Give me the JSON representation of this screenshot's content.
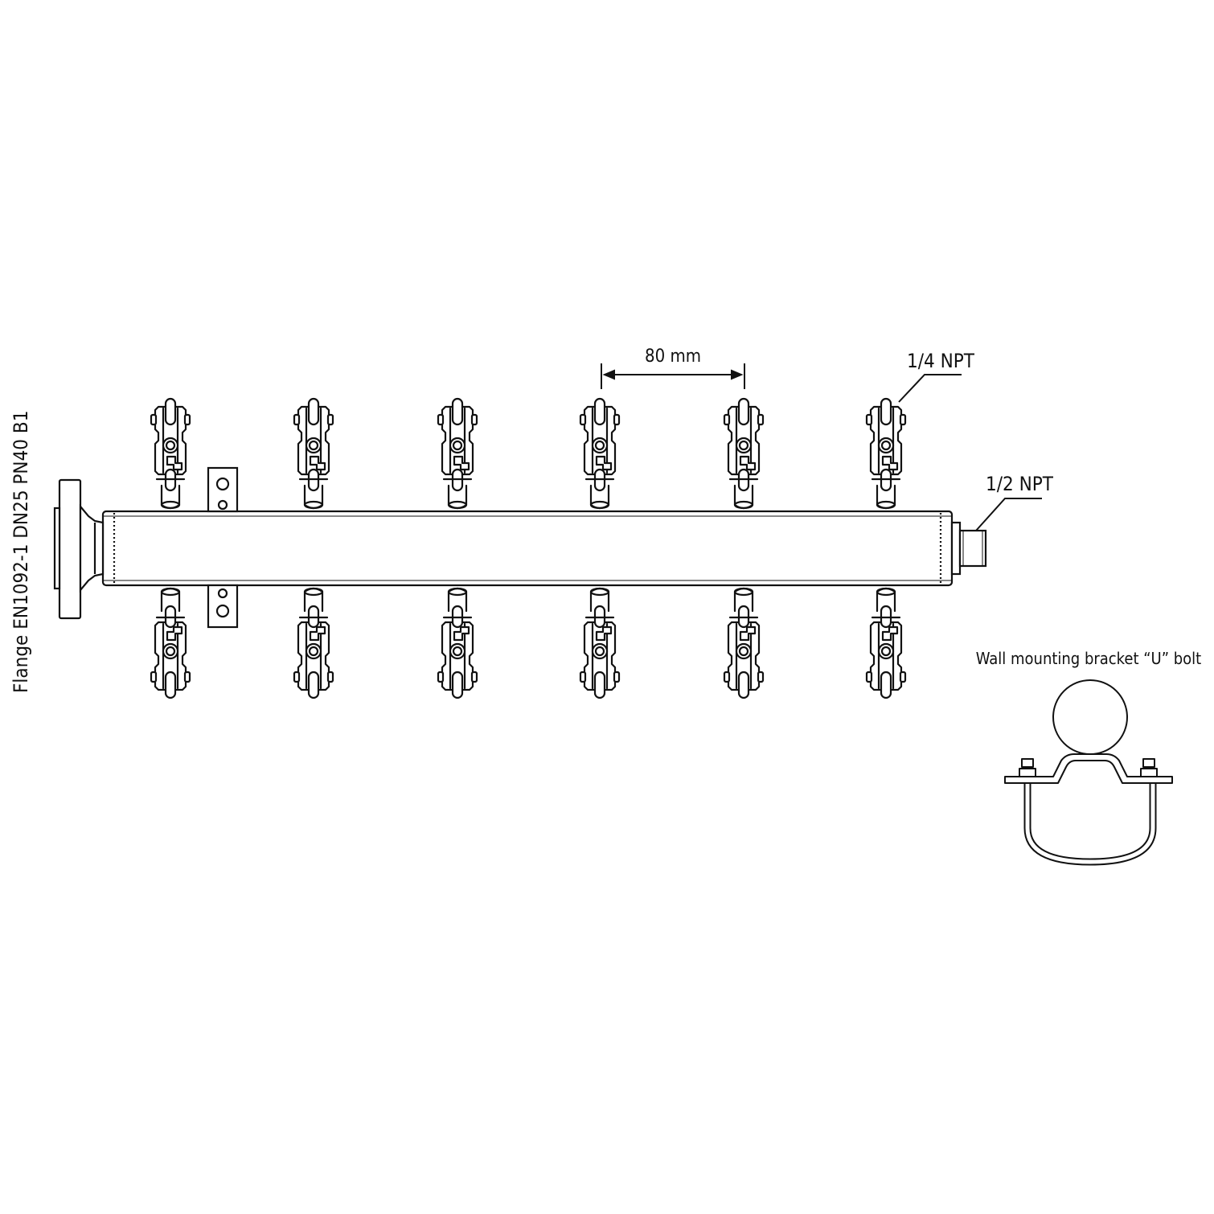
{
  "labels": {
    "flange": "Flange EN1092-1 DN25 PN40 B1",
    "spacing": "80 mm",
    "outlet_thread": "1/4 NPT",
    "end_thread": "1/2 NPT",
    "bracket": "Wall mounting bracket “U” bolt"
  },
  "manifold": {
    "valves_per_side": 6,
    "sides": [
      "top",
      "bottom"
    ],
    "line_color": "#111111"
  }
}
